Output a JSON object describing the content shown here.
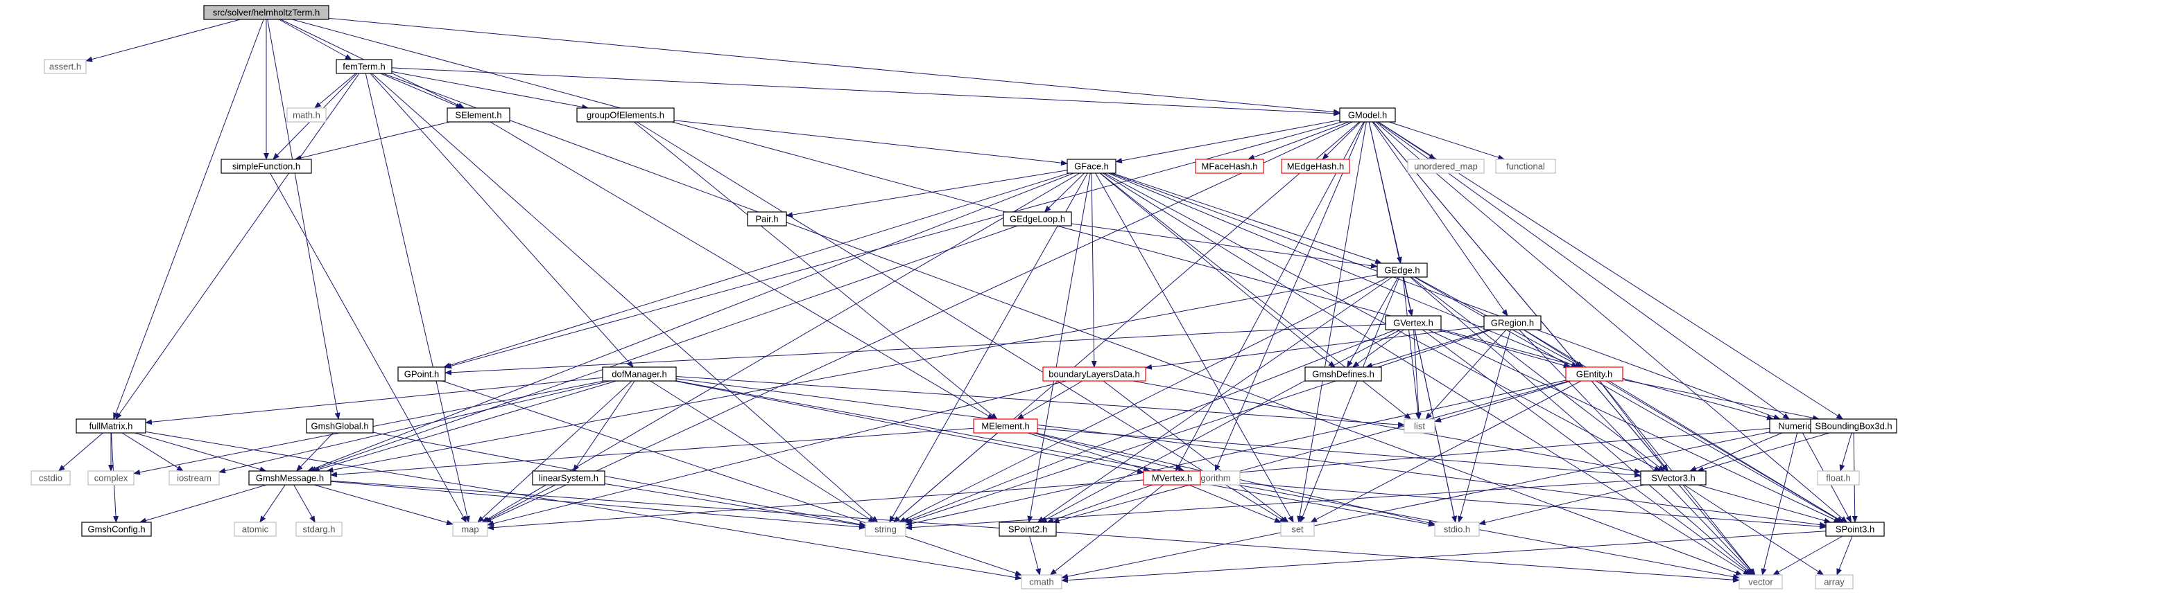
{
  "colors": {
    "edge": "#191970",
    "box_border": "#000000",
    "box_fill": "#ffffff",
    "root_fill": "#bfbfbf",
    "missing_border": "#bfbfbf",
    "truncated_border": "#ff0000",
    "text": "#000000",
    "missing_text": "#555555"
  },
  "nodes": [
    {
      "id": "root",
      "label": "src/solver/helmholtzTerm.h",
      "kind": "root"
    },
    {
      "id": "assert",
      "label": "assert.h",
      "kind": "missing"
    },
    {
      "id": "femTerm",
      "label": "femTerm.h",
      "kind": "normal"
    },
    {
      "id": "math",
      "label": "math.h",
      "kind": "missing"
    },
    {
      "id": "SElement",
      "label": "SElement.h",
      "kind": "normal"
    },
    {
      "id": "groupOfElements",
      "label": "groupOfElements.h",
      "kind": "normal"
    },
    {
      "id": "GModel",
      "label": "GModel.h",
      "kind": "normal"
    },
    {
      "id": "simpleFunction",
      "label": "simpleFunction.h",
      "kind": "normal"
    },
    {
      "id": "GFace",
      "label": "GFace.h",
      "kind": "normal"
    },
    {
      "id": "MFaceHash",
      "label": "MFaceHash.h",
      "kind": "truncated"
    },
    {
      "id": "MEdgeHash",
      "label": "MEdgeHash.h",
      "kind": "truncated"
    },
    {
      "id": "unordered_map",
      "label": "unordered_map",
      "kind": "missing"
    },
    {
      "id": "functional",
      "label": "functional",
      "kind": "missing"
    },
    {
      "id": "Pair",
      "label": "Pair.h",
      "kind": "normal"
    },
    {
      "id": "GEdgeLoop",
      "label": "GEdgeLoop.h",
      "kind": "normal"
    },
    {
      "id": "GEdge",
      "label": "GEdge.h",
      "kind": "normal"
    },
    {
      "id": "GVertex",
      "label": "GVertex.h",
      "kind": "normal"
    },
    {
      "id": "GRegion",
      "label": "GRegion.h",
      "kind": "normal"
    },
    {
      "id": "GPoint",
      "label": "GPoint.h",
      "kind": "normal"
    },
    {
      "id": "dofManager",
      "label": "dofManager.h",
      "kind": "normal"
    },
    {
      "id": "boundaryLayersData",
      "label": "boundaryLayersData.h",
      "kind": "truncated"
    },
    {
      "id": "GmshDefines",
      "label": "GmshDefines.h",
      "kind": "normal"
    },
    {
      "id": "GEntity",
      "label": "GEntity.h",
      "kind": "truncated"
    },
    {
      "id": "fullMatrix",
      "label": "fullMatrix.h",
      "kind": "normal"
    },
    {
      "id": "GmshGlobal",
      "label": "GmshGlobal.h",
      "kind": "normal"
    },
    {
      "id": "list",
      "label": "list",
      "kind": "missing"
    },
    {
      "id": "MElement",
      "label": "MElement.h",
      "kind": "truncated"
    },
    {
      "id": "Numeric",
      "label": "Numeric.h",
      "kind": "normal"
    },
    {
      "id": "SBoundingBox3d",
      "label": "SBoundingBox3d.h",
      "kind": "normal"
    },
    {
      "id": "float",
      "label": "float.h",
      "kind": "missing"
    },
    {
      "id": "cstdio",
      "label": "cstdio",
      "kind": "missing"
    },
    {
      "id": "complex",
      "label": "complex",
      "kind": "missing"
    },
    {
      "id": "iostream",
      "label": "iostream",
      "kind": "missing"
    },
    {
      "id": "GmshMessage",
      "label": "GmshMessage.h",
      "kind": "normal"
    },
    {
      "id": "linearSystem",
      "label": "linearSystem.h",
      "kind": "normal"
    },
    {
      "id": "algorithm",
      "label": "algorithm",
      "kind": "missing"
    },
    {
      "id": "MVertex",
      "label": "MVertex.h",
      "kind": "truncated"
    },
    {
      "id": "SVector3",
      "label": "SVector3.h",
      "kind": "normal"
    },
    {
      "id": "GmshConfig",
      "label": "GmshConfig.h",
      "kind": "normal"
    },
    {
      "id": "atomic",
      "label": "atomic",
      "kind": "missing"
    },
    {
      "id": "stdarg",
      "label": "stdarg.h",
      "kind": "missing"
    },
    {
      "id": "map",
      "label": "map",
      "kind": "missing"
    },
    {
      "id": "string",
      "label": "string",
      "kind": "missing"
    },
    {
      "id": "SPoint2",
      "label": "SPoint2.h",
      "kind": "normal"
    },
    {
      "id": "set",
      "label": "set",
      "kind": "missing"
    },
    {
      "id": "stdio",
      "label": "stdio.h",
      "kind": "missing"
    },
    {
      "id": "SPoint3",
      "label": "SPoint3.h",
      "kind": "normal"
    },
    {
      "id": "cmath",
      "label": "cmath",
      "kind": "missing"
    },
    {
      "id": "vector",
      "label": "vector",
      "kind": "missing"
    },
    {
      "id": "array",
      "label": "array",
      "kind": "missing"
    }
  ],
  "edges": [
    [
      "root",
      "assert"
    ],
    [
      "root",
      "femTerm"
    ],
    [
      "root",
      "SElement"
    ],
    [
      "root",
      "GModel"
    ],
    [
      "root",
      "simpleFunction"
    ],
    [
      "root",
      "fullMatrix"
    ],
    [
      "root",
      "GmshGlobal"
    ],
    [
      "root",
      "Numeric"
    ],
    [
      "femTerm",
      "math"
    ],
    [
      "femTerm",
      "SElement"
    ],
    [
      "femTerm",
      "groupOfElements"
    ],
    [
      "femTerm",
      "GModel"
    ],
    [
      "femTerm",
      "simpleFunction"
    ],
    [
      "femTerm",
      "fullMatrix"
    ],
    [
      "femTerm",
      "dofManager"
    ],
    [
      "femTerm",
      "map"
    ],
    [
      "femTerm",
      "string"
    ],
    [
      "femTerm",
      "vector"
    ],
    [
      "SElement",
      "simpleFunction"
    ],
    [
      "SElement",
      "MElement"
    ],
    [
      "groupOfElements",
      "GFace"
    ],
    [
      "groupOfElements",
      "MElement"
    ],
    [
      "groupOfElements",
      "set"
    ],
    [
      "simpleFunction",
      "map"
    ],
    [
      "GModel",
      "GFace"
    ],
    [
      "GModel",
      "MFaceHash"
    ],
    [
      "GModel",
      "MEdgeHash"
    ],
    [
      "GModel",
      "unordered_map"
    ],
    [
      "GModel",
      "functional"
    ],
    [
      "GModel",
      "GEdge"
    ],
    [
      "GModel",
      "GVertex"
    ],
    [
      "GModel",
      "GRegion"
    ],
    [
      "GModel",
      "map"
    ],
    [
      "GModel",
      "set"
    ],
    [
      "GModel",
      "string"
    ],
    [
      "GModel",
      "SPoint3"
    ],
    [
      "GModel",
      "vector"
    ],
    [
      "GModel",
      "SBoundingBox3d"
    ],
    [
      "GModel",
      "GPoint"
    ],
    [
      "GModel",
      "Numeric"
    ],
    [
      "GModel",
      "MVertex"
    ],
    [
      "GModel",
      "SVector3"
    ],
    [
      "GModel",
      "algorithm"
    ],
    [
      "GFace",
      "Pair"
    ],
    [
      "GFace",
      "GEdgeLoop"
    ],
    [
      "GFace",
      "GEdge"
    ],
    [
      "GFace",
      "boundaryLayersData"
    ],
    [
      "GFace",
      "GmshDefines"
    ],
    [
      "GFace",
      "GEntity"
    ],
    [
      "GFace",
      "GPoint"
    ],
    [
      "GFace",
      "SPoint2"
    ],
    [
      "GFace",
      "SVector3"
    ],
    [
      "GFace",
      "list"
    ],
    [
      "GFace",
      "string"
    ],
    [
      "GFace",
      "vector"
    ],
    [
      "GFace",
      "map"
    ],
    [
      "GFace",
      "Numeric"
    ],
    [
      "GFace",
      "set"
    ],
    [
      "GFace",
      "GmshMessage"
    ],
    [
      "GEdgeLoop",
      "GEdge"
    ],
    [
      "GEdgeLoop",
      "GmshMessage"
    ],
    [
      "GEdge",
      "GVertex"
    ],
    [
      "GEdge",
      "GEntity"
    ],
    [
      "GEdge",
      "GmshDefines"
    ],
    [
      "GEdge",
      "SPoint2"
    ],
    [
      "GEdge",
      "SPoint3"
    ],
    [
      "GEdge",
      "list"
    ],
    [
      "GEdge",
      "set"
    ],
    [
      "GEdge",
      "stdio"
    ],
    [
      "GEdge",
      "string"
    ],
    [
      "GEdge",
      "vector"
    ],
    [
      "GEdge",
      "GmshMessage"
    ],
    [
      "GEdge",
      "SVector3"
    ],
    [
      "GVertex",
      "GEntity"
    ],
    [
      "GVertex",
      "GPoint"
    ],
    [
      "GVertex",
      "GmshDefines"
    ],
    [
      "GVertex",
      "list"
    ],
    [
      "GVertex",
      "string"
    ],
    [
      "GVertex",
      "stdio"
    ],
    [
      "GVertex",
      "SPoint2"
    ],
    [
      "GVertex",
      "SPoint3"
    ],
    [
      "GVertex",
      "vector"
    ],
    [
      "GRegion",
      "GEntity"
    ],
    [
      "GRegion",
      "GmshDefines"
    ],
    [
      "GRegion",
      "boundaryLayersData"
    ],
    [
      "GRegion",
      "list"
    ],
    [
      "GRegion",
      "stdio"
    ],
    [
      "GRegion",
      "string"
    ],
    [
      "GRegion",
      "vector"
    ],
    [
      "GRegion",
      "SPoint3"
    ],
    [
      "GPoint",
      "cmath"
    ],
    [
      "boundaryLayersData",
      "MElement"
    ],
    [
      "boundaryLayersData",
      "SVector3"
    ],
    [
      "boundaryLayersData",
      "map"
    ],
    [
      "boundaryLayersData",
      "set"
    ],
    [
      "GEntity",
      "list"
    ],
    [
      "GEntity",
      "string"
    ],
    [
      "GEntity",
      "vector"
    ],
    [
      "GEntity",
      "set"
    ],
    [
      "GEntity",
      "SVector3"
    ],
    [
      "GEntity",
      "SBoundingBox3d"
    ],
    [
      "GEntity",
      "SPoint3"
    ],
    [
      "GEntity",
      "SPoint2"
    ],
    [
      "dofManager",
      "fullMatrix"
    ],
    [
      "dofManager",
      "GmshMessage"
    ],
    [
      "dofManager",
      "linearSystem"
    ],
    [
      "dofManager",
      "list"
    ],
    [
      "dofManager",
      "map"
    ],
    [
      "dofManager",
      "string"
    ],
    [
      "dofManager",
      "vector"
    ],
    [
      "dofManager",
      "complex"
    ],
    [
      "dofManager",
      "iostream"
    ],
    [
      "dofManager",
      "MVertex"
    ],
    [
      "dofManager",
      "SPoint3"
    ],
    [
      "fullMatrix",
      "cstdio"
    ],
    [
      "fullMatrix",
      "complex"
    ],
    [
      "fullMatrix",
      "iostream"
    ],
    [
      "fullMatrix",
      "GmshMessage"
    ],
    [
      "fullMatrix",
      "GmshConfig"
    ],
    [
      "fullMatrix",
      "cmath"
    ],
    [
      "GmshGlobal",
      "GmshMessage"
    ],
    [
      "GmshGlobal",
      "string"
    ],
    [
      "MElement",
      "GmshMessage"
    ],
    [
      "MElement",
      "MVertex"
    ],
    [
      "MElement",
      "algorithm"
    ],
    [
      "MElement",
      "string"
    ],
    [
      "MElement",
      "stdio"
    ],
    [
      "MElement",
      "SVector3"
    ],
    [
      "Numeric",
      "SVector3"
    ],
    [
      "Numeric",
      "SPoint3"
    ],
    [
      "Numeric",
      "cmath"
    ],
    [
      "Numeric",
      "vector"
    ],
    [
      "Numeric",
      "MVertex"
    ],
    [
      "SBoundingBox3d",
      "float"
    ],
    [
      "SBoundingBox3d",
      "SPoint3"
    ],
    [
      "SBoundingBox3d",
      "SVector3"
    ],
    [
      "GmshMessage",
      "GmshConfig"
    ],
    [
      "GmshMessage",
      "atomic"
    ],
    [
      "GmshMessage",
      "stdarg"
    ],
    [
      "GmshMessage",
      "map"
    ],
    [
      "GmshMessage",
      "string"
    ],
    [
      "GmshMessage",
      "vector"
    ],
    [
      "linearSystem",
      "map"
    ],
    [
      "linearSystem",
      "string"
    ],
    [
      "MVertex",
      "SPoint2"
    ],
    [
      "MVertex",
      "SPoint3"
    ],
    [
      "MVertex",
      "set"
    ],
    [
      "MVertex",
      "stdio"
    ],
    [
      "MVertex",
      "cmath"
    ],
    [
      "MVertex",
      "map"
    ],
    [
      "SVector3",
      "SPoint3"
    ],
    [
      "SVector3",
      "string"
    ],
    [
      "SVector3",
      "stdio"
    ],
    [
      "SVector3",
      "array"
    ],
    [
      "SPoint2",
      "cmath"
    ],
    [
      "SPoint3",
      "cmath"
    ],
    [
      "SPoint3",
      "array"
    ],
    [
      "SPoint3",
      "vector"
    ]
  ]
}
